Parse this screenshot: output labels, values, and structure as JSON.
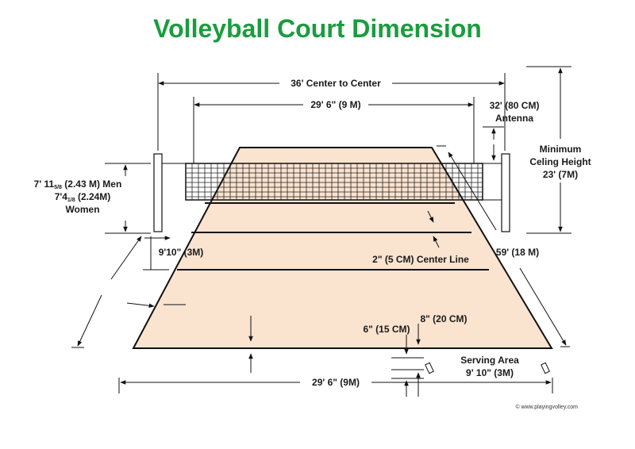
{
  "title": "Volleyball Court Dimension",
  "colors": {
    "title": "#1a9c3e",
    "court": "#fae3cf",
    "lines": "#111111"
  },
  "labels": {
    "center_to_center": "36' Center to Center",
    "net_length": "29' 6\" (9 M)",
    "antenna": {
      "line1": "32' (80 CM)",
      "line2": "Antenna"
    },
    "ceiling": {
      "line1": "Minimum",
      "line2": "Celing Height",
      "line3": "23' (7M)"
    },
    "net_height_men_a": "7' 11",
    "net_height_men_sup": "5/8",
    "net_height_men_b": " (2.43 M) Men",
    "net_height_women_a": "7'4",
    "net_height_women_sup": "1/8",
    "net_height_women_b": " (2.24M)",
    "net_height_women_c": "Women",
    "attack_line": "9'10\" (3M)",
    "center_line": "2\" (5 CM) Center Line",
    "court_length": "59' (18 M)",
    "line_width_8": "8\" (20 CM)",
    "line_width_6": "6\" (15 CM)",
    "serving_area": {
      "line1": "Serving Area",
      "line2": "9' 10\" (3M)"
    },
    "court_width": "29' 6\" (9M)",
    "copyright": "© www.playingvolley.com"
  }
}
